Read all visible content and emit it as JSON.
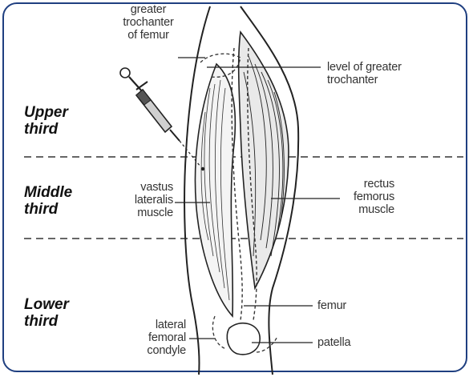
{
  "zones": {
    "upper": "Upper\nthird",
    "middle": "Middle\nthird",
    "lower": "Lower\nthird"
  },
  "labels": {
    "greater_trochanter": "greater\ntrochanter\nof femur",
    "level_greater_trochanter": "level of greater\ntrochanter",
    "vastus_lateralis": "vastus\nlateralis\nmuscle",
    "rectus_femorus": "rectus\nfemorus\nmuscle",
    "femur": "femur",
    "lateral_femoral_condyle": "lateral\nfemoral\ncondyle",
    "patella": "patella"
  },
  "colors": {
    "frame": "#1f3f80",
    "ink": "#222222"
  }
}
